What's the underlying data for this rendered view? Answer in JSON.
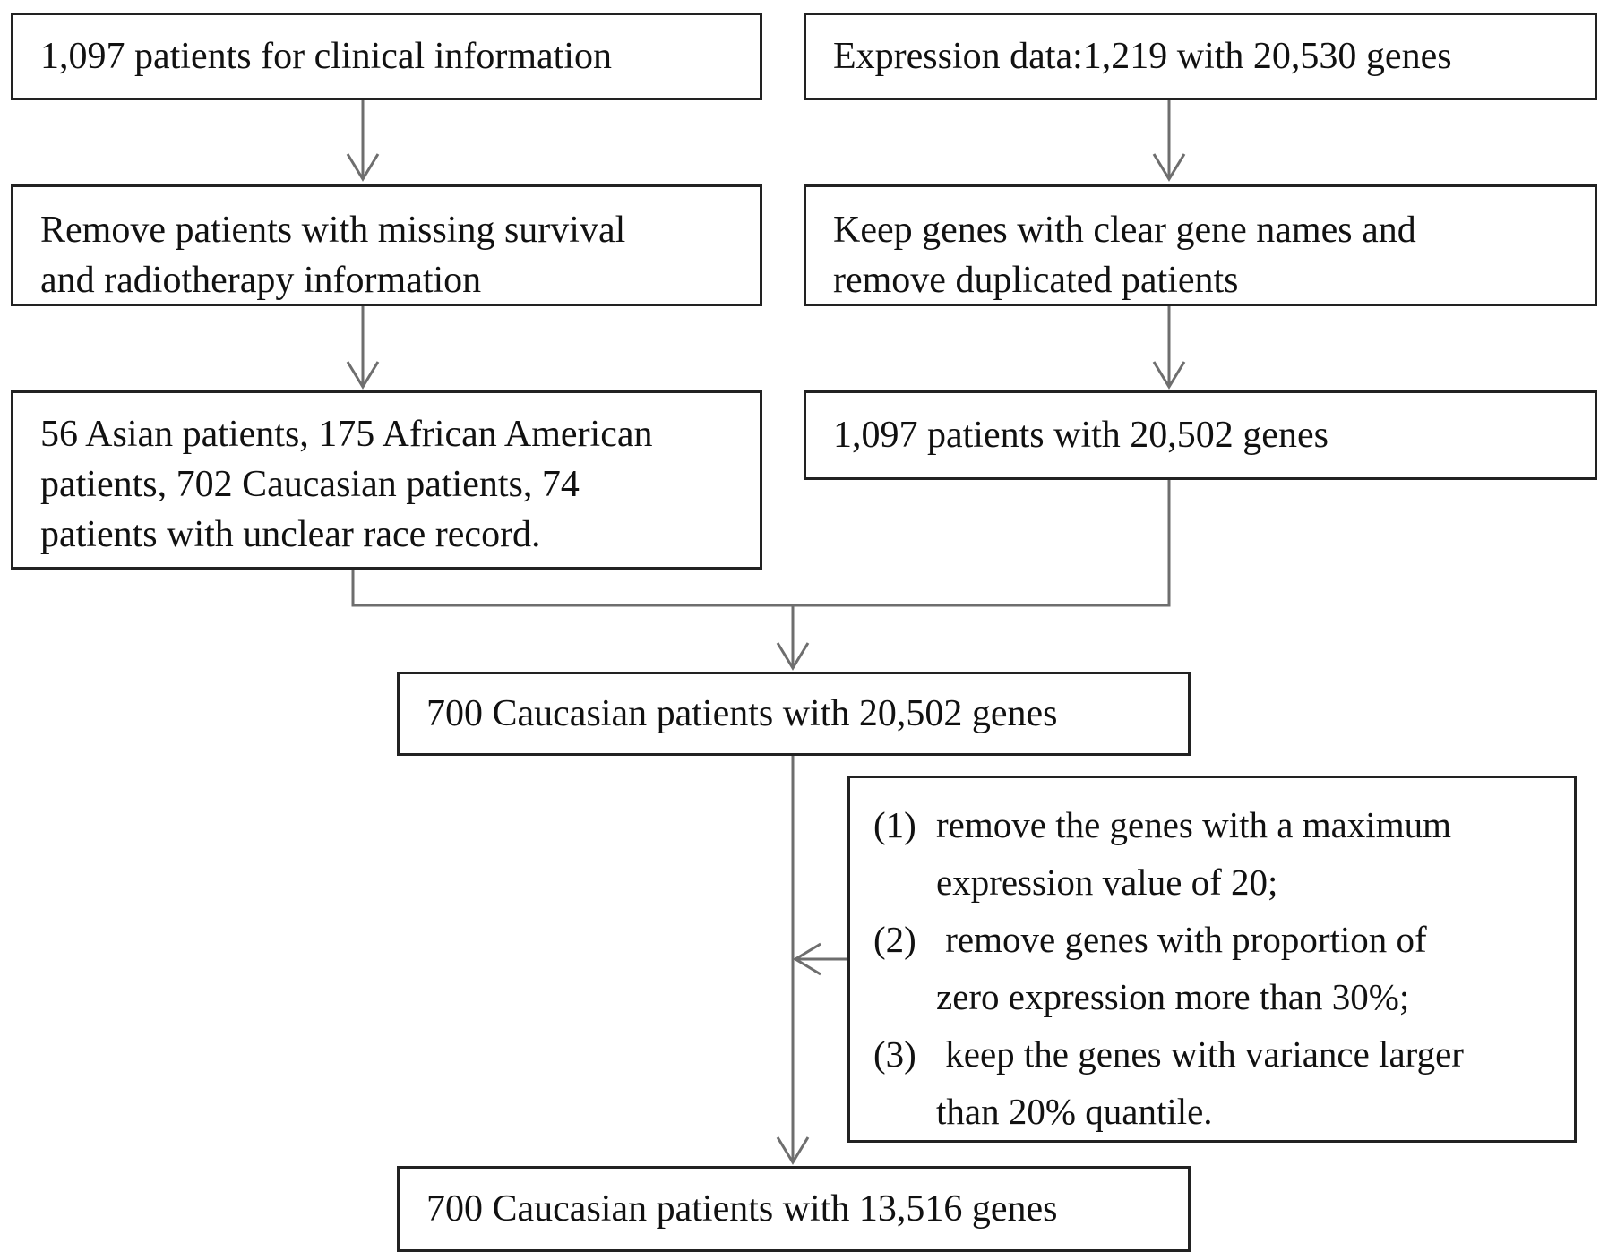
{
  "left": {
    "box1": "1,097 patients for clinical information",
    "box2": [
      "Remove patients with missing survival",
      "and radiotherapy information"
    ],
    "box3": [
      "56 Asian patients, 175 African American",
      "patients, 702 Caucasian patients, 74",
      "patients with unclear race record."
    ]
  },
  "right": {
    "box1": "Expression data:1,219 with 20,530 genes",
    "box2": [
      "Keep genes with clear gene names and",
      "remove duplicated patients"
    ],
    "box3": "1,097 patients with 20,502 genes"
  },
  "merged": "700 Caucasian patients with 20,502 genes",
  "criteria": [
    {
      "num": "(1)",
      "lines": [
        "remove the genes with a maximum",
        "expression value of 20;"
      ]
    },
    {
      "num": "(2)",
      "lines": [
        " remove genes with proportion of",
        "zero expression more than 30%;"
      ]
    },
    {
      "num": "(3)",
      "lines": [
        " keep the genes with variance larger",
        "than 20% quantile."
      ]
    }
  ],
  "final": "700 Caucasian patients with 13,516 genes",
  "colors": {
    "border": "#222222",
    "arrow": "#6e6e6e"
  }
}
